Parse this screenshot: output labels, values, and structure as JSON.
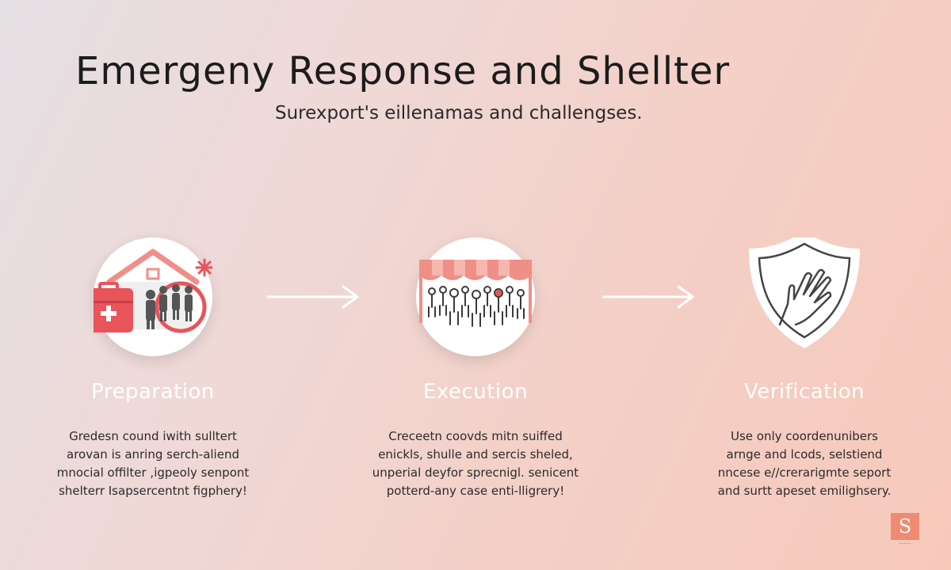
{
  "header": {
    "title": "Emergeny Response and Shellter",
    "subtitle": "Surexport's eillenamas and challengses."
  },
  "steps": [
    {
      "title": "Preparation",
      "icon": "first-aid-shelter-icon",
      "desc": [
        "Gredesn cound iwith sulltert",
        "arovan is anring serch-aliend",
        "mnocial offilter ,igpeoly senpont",
        "shelterr Isapsercentnt figphery!"
      ]
    },
    {
      "title": "Execution",
      "icon": "crowd-tent-icon",
      "desc": [
        "Creceetn coovds mitn suiffed",
        "enickls, shulle and sercis sheled,",
        "unperial deyfor sprecnigl. senicent",
        "potterd-any case enti-lligrery!"
      ]
    },
    {
      "title": "Verification",
      "icon": "shield-hand-icon",
      "desc": [
        "Use only coordenunibers",
        "arnge and lcods, selstiend",
        "nncese e//crerarigmte seport",
        "and surtt apeset emilighsery."
      ]
    }
  ],
  "logo": {
    "letter": "S"
  },
  "colors": {
    "accent": "#e8545a",
    "shelter_roof": "#f08f88",
    "logo": "#f08a72",
    "title": "#1c1c1c"
  }
}
